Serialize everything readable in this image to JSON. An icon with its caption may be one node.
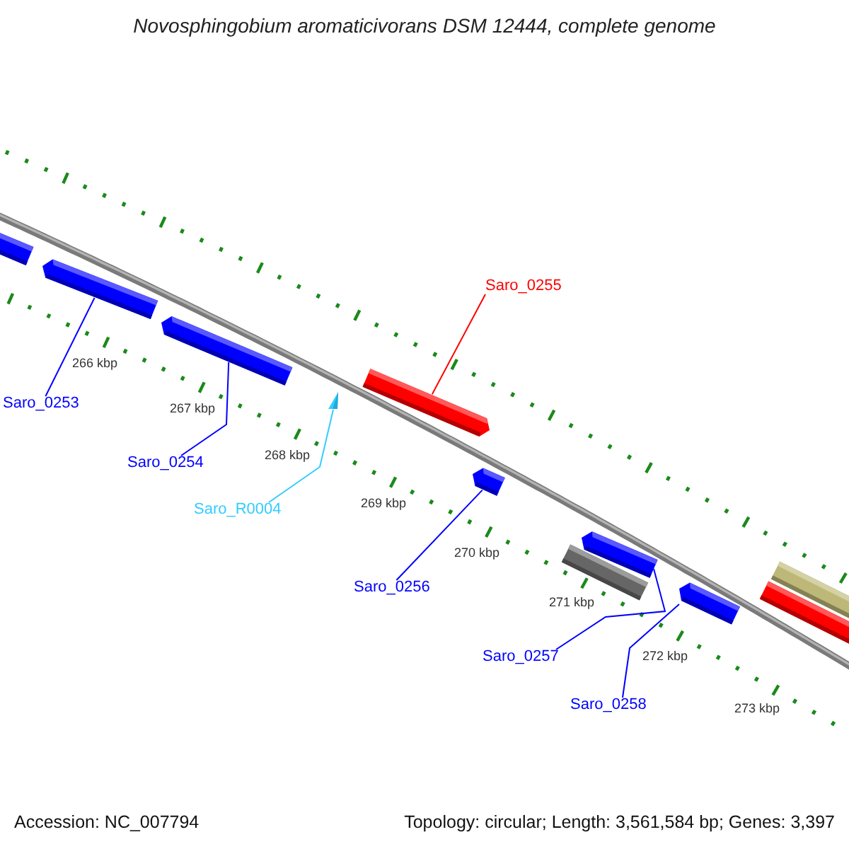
{
  "diagram": {
    "title": "Novosphingobium aromaticivorans DSM 12444, complete genome",
    "nodes": [
      {
        "text": [
          "Saro_0253"
        ]
      },
      {
        "text": [
          "Saro_0254"
        ]
      },
      {
        "text": [
          "Saro_R0004"
        ]
      },
      {
        "text": [
          "Saro_0255"
        ]
      },
      {
        "text": [
          "Saro_0256"
        ]
      },
      {
        "text": [
          "Saro_0257"
        ]
      },
      {
        "text": [
          "Saro_0258"
        ]
      },
      {
        "text": [],
        "shape": "bar"
      },
      {
        "text": [],
        "shape": "bar"
      },
      {
        "text": [],
        "shape": "bar"
      },
      {
        "text": [],
        "shape": "triangle"
      },
      {
        "text": [],
        "shape": "bar"
      },
      {
        "text": [],
        "shape": "bar"
      },
      {
        "text": [],
        "shape": "bar"
      },
      {
        "text": [],
        "shape": "bar"
      },
      {
        "text": [],
        "shape": "bar"
      },
      {
        "text": [],
        "shape": "bar"
      },
      {
        "text": [],
        "shape": "bar"
      }
    ],
    "edges": [
      {
        "from": 0,
        "to": 8,
        "arrow": "none"
      },
      {
        "from": 1,
        "to": 9,
        "arrow": "none"
      },
      {
        "from": 2,
        "to": 10,
        "arrow": "none",
        "color": "#33ccff"
      },
      {
        "from": 3,
        "to": 11,
        "arrow": "none",
        "color": "#ff0000"
      },
      {
        "from": 4,
        "to": 12,
        "arrow": "none"
      },
      {
        "from": 5,
        "to": 14,
        "arrow": "none"
      },
      {
        "from": 6,
        "to": 15,
        "arrow": "none"
      }
    ],
    "labels": [
      "266 kbp",
      "267 kbp",
      "268 kbp",
      "269 kbp",
      "270 kbp",
      "271 kbp",
      "272 kbp",
      "273 kbp",
      "Accession: NC_007794",
      "Topology: circular; Length: 3,561,584 bp; Genes: 3,397"
    ]
  }
}
